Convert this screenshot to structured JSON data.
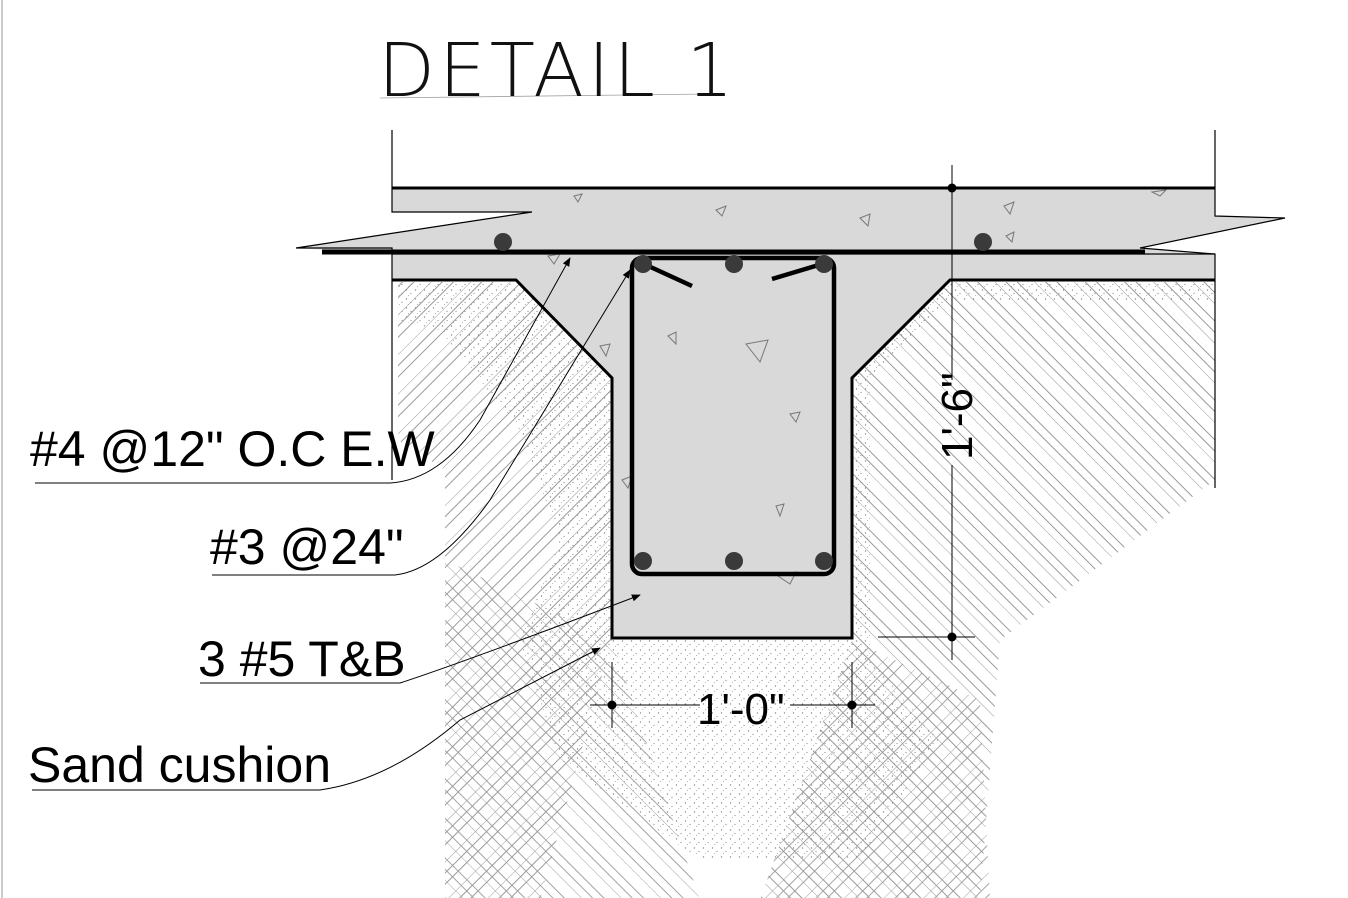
{
  "title": "DETAIL 1",
  "annotations": {
    "top_reinforcement": "#4 @12\" O.C E.W",
    "stirrups": "#3 @24\"",
    "main_bars": "3 #5 T&B",
    "sand": "Sand cushion"
  },
  "dimensions": {
    "depth": "1'-6\"",
    "width": "1'-0\""
  },
  "colors": {
    "concrete": "#d9d9d9",
    "line": "#000000",
    "hatch": "#9a9a9a",
    "sand_dots": "#8c8c8c"
  }
}
